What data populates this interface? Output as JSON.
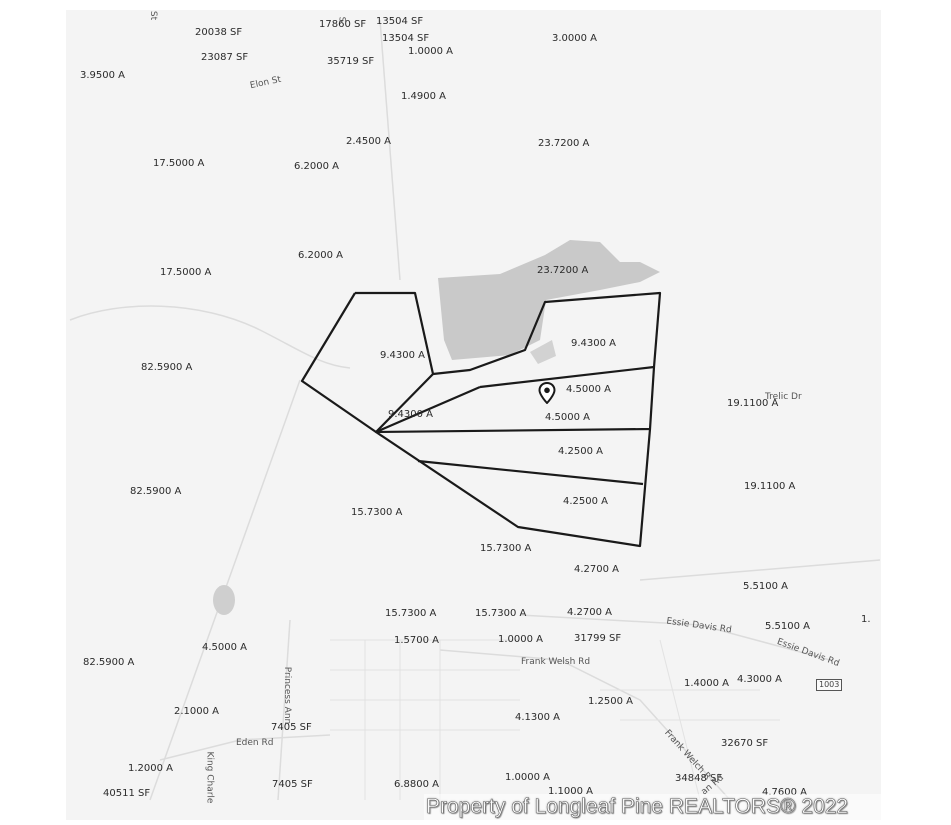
{
  "acreage_labels": [
    "20038 SF",
    "17860 SF",
    "13504 SF",
    "13504 SF",
    "1.0000 A",
    "3.0000 A",
    "23087 SF",
    "35719 SF",
    "3.9500 A",
    "1.4900 A",
    "2.4500 A",
    "23.7200 A",
    "17.5000 A",
    "6.2000 A",
    "6.2000 A",
    "23.7200 A",
    "17.5000 A",
    "9.4300 A",
    "9.4300 A",
    "82.5900 A",
    "4.5000 A",
    "19.1100 A",
    "9.4300 A",
    "4.5000 A",
    "4.2500 A",
    "19.1100 A",
    "82.5900 A",
    "4.2500 A",
    "15.7300 A",
    "15.7300 A",
    "4.2700 A",
    "5.5100 A",
    "15.7300 A",
    "15.7300 A",
    "4.2700 A",
    "1.",
    "5.5100 A",
    "1.5700 A",
    "1.0000 A",
    "31799 SF",
    "4.5000 A",
    "82.5900 A",
    "1.4000 A",
    "4.3000 A",
    "1.2500 A",
    "2.1000 A",
    "7405 SF",
    "4.1300 A",
    "32670 SF",
    "1.2000 A",
    "34848 SF",
    "1.0000 A",
    "40511 SF",
    "7405 SF",
    "6.8800 A",
    "1.1000 A",
    "4.7600 A"
  ],
  "streets": {
    "elon": "Elon St",
    "st_top": "St",
    "s_top": "S",
    "trelic": "Trelic Dr",
    "essie1": "Essie Davis Rd",
    "essie2": "Essie Davis Rd",
    "frank_welsh": "Frank Welsh Rd",
    "frank_welch": "Frank Welch R",
    "an_rd": "an Rd",
    "princess": "Princess Ann",
    "eden": "Eden Rd",
    "king": "King Charle"
  },
  "route_shield": "1003",
  "map_icon": "location-pin-icon",
  "watermark": "Property of Longleaf Pine REALTORS® 2022",
  "colors": {
    "parcel_line": "#1a1a1a",
    "water": "#c9c9c9",
    "road": "#d8d8d8",
    "paper": "#f4f4f4"
  }
}
